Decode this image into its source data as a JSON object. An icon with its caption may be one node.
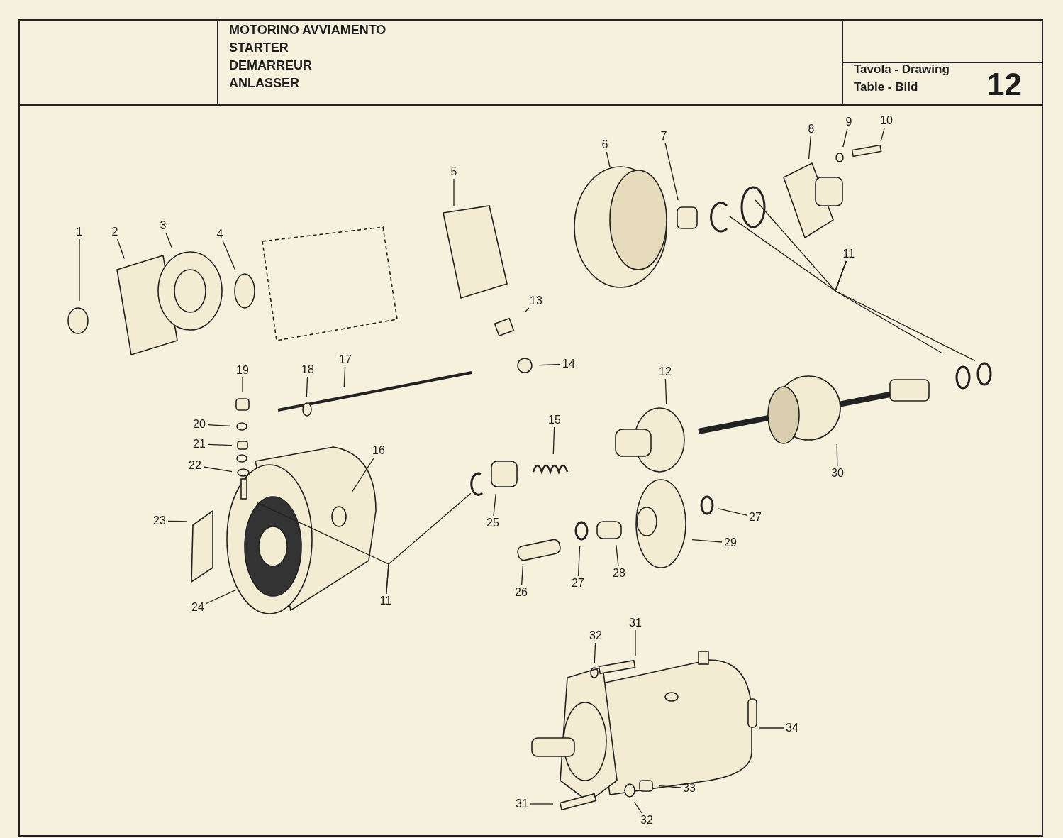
{
  "diagram": {
    "nodes": [
      {
        "text": [
          "1"
        ]
      },
      {
        "text": [
          "2"
        ]
      },
      {
        "text": [
          "3"
        ]
      },
      {
        "text": [
          "4"
        ]
      },
      {
        "text": [
          "5"
        ]
      },
      {
        "text": [
          "6"
        ]
      },
      {
        "text": [
          "7"
        ]
      },
      {
        "text": [
          "8"
        ]
      },
      {
        "text": [
          "9"
        ]
      },
      {
        "text": [
          "10"
        ]
      },
      {
        "text": [
          "11"
        ]
      },
      {
        "text": [
          "13"
        ]
      },
      {
        "text": [
          "19"
        ]
      },
      {
        "text": [
          "18"
        ]
      },
      {
        "text": [
          "17"
        ]
      },
      {
        "text": [
          "14"
        ]
      },
      {
        "text": [
          "12"
        ]
      },
      {
        "text": [
          "20"
        ]
      },
      {
        "text": [
          "15"
        ]
      },
      {
        "text": [
          "21"
        ]
      },
      {
        "text": [
          "16"
        ]
      },
      {
        "text": [
          "22"
        ]
      },
      {
        "text": [
          "30"
        ]
      },
      {
        "text": [
          "27"
        ]
      },
      {
        "text": [
          "23"
        ]
      },
      {
        "text": [
          "25"
        ]
      },
      {
        "text": [
          "29"
        ]
      },
      {
        "text": [
          "28"
        ]
      },
      {
        "text": [
          "27"
        ]
      },
      {
        "text": [
          "26"
        ]
      },
      {
        "text": [
          "11"
        ]
      },
      {
        "text": [
          "24"
        ]
      },
      {
        "text": [
          "31"
        ]
      },
      {
        "text": [
          "32"
        ]
      },
      {
        "text": [
          "34"
        ]
      },
      {
        "text": [
          "33"
        ]
      },
      {
        "text": [
          "31"
        ]
      },
      {
        "text": [
          "32"
        ]
      }
    ],
    "edges": [
      {
        "from": 0,
        "to": null,
        "arrow": "none"
      },
      {
        "from": 1,
        "to": null,
        "arrow": "none"
      },
      {
        "from": 2,
        "to": null,
        "arrow": "none"
      },
      {
        "from": 3,
        "to": null,
        "arrow": "none"
      },
      {
        "from": 4,
        "to": null,
        "arrow": "none"
      },
      {
        "from": 5,
        "to": null,
        "arrow": "none"
      },
      {
        "from": 6,
        "to": null,
        "arrow": "none"
      },
      {
        "from": 7,
        "to": null,
        "arrow": "none"
      },
      {
        "from": 8,
        "to": null,
        "arrow": "none"
      },
      {
        "from": 9,
        "to": null,
        "arrow": "none"
      },
      {
        "from": 10,
        "to": null,
        "arrow": "none"
      },
      {
        "from": 10,
        "to": null,
        "arrow": "none"
      },
      {
        "from": 10,
        "to": null,
        "arrow": "none"
      },
      {
        "from": 10,
        "to": null,
        "arrow": "none"
      },
      {
        "from": 11,
        "to": null,
        "arrow": "none"
      },
      {
        "from": 12,
        "to": null,
        "arrow": "none"
      },
      {
        "from": 13,
        "to": null,
        "arrow": "none"
      },
      {
        "from": 14,
        "to": null,
        "arrow": "none"
      },
      {
        "from": 15,
        "to": null,
        "arrow": "none"
      },
      {
        "from": 16,
        "to": null,
        "arrow": "none"
      },
      {
        "from": 17,
        "to": null,
        "arrow": "none"
      },
      {
        "from": 18,
        "to": null,
        "arrow": "none"
      },
      {
        "from": 19,
        "to": null,
        "arrow": "none"
      },
      {
        "from": 20,
        "to": null,
        "arrow": "none"
      },
      {
        "from": 21,
        "to": null,
        "arrow": "none"
      },
      {
        "from": 22,
        "to": null,
        "arrow": "none"
      },
      {
        "from": 23,
        "to": null,
        "arrow": "none"
      },
      {
        "from": 24,
        "to": null,
        "arrow": "none"
      },
      {
        "from": 25,
        "to": null,
        "arrow": "none"
      },
      {
        "from": 26,
        "to": null,
        "arrow": "none"
      },
      {
        "from": 27,
        "to": null,
        "arrow": "none"
      },
      {
        "from": 28,
        "to": null,
        "arrow": "none"
      },
      {
        "from": 29,
        "to": null,
        "arrow": "none"
      },
      {
        "from": 30,
        "to": null,
        "arrow": "none"
      },
      {
        "from": 30,
        "to": null,
        "arrow": "none"
      },
      {
        "from": 31,
        "to": null,
        "arrow": "none"
      },
      {
        "from": 32,
        "to": null,
        "arrow": "none"
      },
      {
        "from": 33,
        "to": null,
        "arrow": "none"
      },
      {
        "from": 34,
        "to": null,
        "arrow": "none"
      },
      {
        "from": 35,
        "to": null,
        "arrow": "none"
      },
      {
        "from": 36,
        "to": null,
        "arrow": "none"
      },
      {
        "from": 37,
        "to": null,
        "arrow": "none"
      }
    ],
    "labels": [
      "MOTORINO AVVIAMENTO",
      "STARTER",
      "DEMARREUR",
      "ANLASSER",
      "Tavola - Drawing",
      "Table - Bild",
      "12"
    ]
  }
}
